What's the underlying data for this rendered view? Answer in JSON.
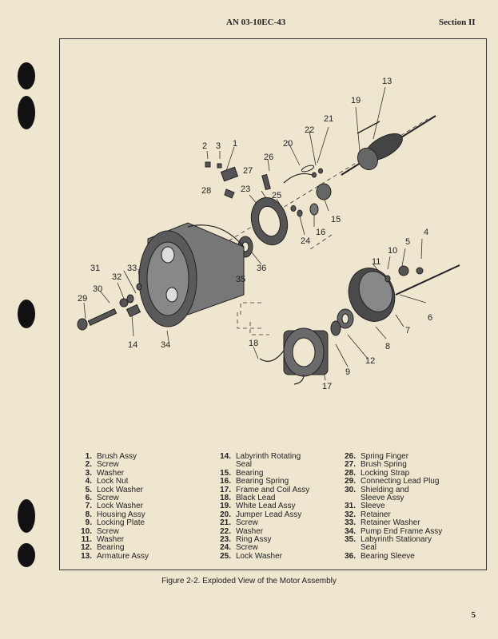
{
  "header": {
    "doc_number": "AN 03-10EC-43",
    "section": "Section II"
  },
  "callouts": [
    "1",
    "2",
    "3",
    "4",
    "5",
    "6",
    "7",
    "8",
    "9",
    "10",
    "11",
    "12",
    "13",
    "14",
    "15",
    "16",
    "17",
    "18",
    "19",
    "20",
    "21",
    "22",
    "23",
    "24",
    "25",
    "26",
    "27",
    "28",
    "29",
    "30",
    "31",
    "32",
    "33",
    "34",
    "35",
    "36"
  ],
  "parts_col1": [
    {
      "n": "1.",
      "t": "Brush Assy"
    },
    {
      "n": "2.",
      "t": "Screw"
    },
    {
      "n": "3.",
      "t": "Washer"
    },
    {
      "n": "4.",
      "t": "Lock Nut"
    },
    {
      "n": "5.",
      "t": "Lock Washer"
    },
    {
      "n": "6.",
      "t": "Screw"
    },
    {
      "n": "7.",
      "t": "Lock Washer"
    },
    {
      "n": "8.",
      "t": "Housing Assy"
    },
    {
      "n": "9.",
      "t": "Locking Plate"
    },
    {
      "n": "10.",
      "t": "Screw"
    },
    {
      "n": "11.",
      "t": "Washer"
    },
    {
      "n": "12.",
      "t": "Bearing"
    },
    {
      "n": "13.",
      "t": "Armature Assy"
    }
  ],
  "parts_col2": [
    {
      "n": "14.",
      "t": "Labyrinth Rotating"
    },
    {
      "n": "",
      "t": "Seal"
    },
    {
      "n": "15.",
      "t": "Bearing"
    },
    {
      "n": "16.",
      "t": "Bearing Spring"
    },
    {
      "n": "17.",
      "t": "Frame and Coil Assy"
    },
    {
      "n": "18.",
      "t": "Black Lead"
    },
    {
      "n": "19.",
      "t": "White Lead Assy"
    },
    {
      "n": "20.",
      "t": "Jumper Lead Assy"
    },
    {
      "n": "21.",
      "t": "Screw"
    },
    {
      "n": "22.",
      "t": "Washer"
    },
    {
      "n": "23.",
      "t": "Ring Assy"
    },
    {
      "n": "24.",
      "t": "Screw"
    },
    {
      "n": "25.",
      "t": "Lock Washer"
    }
  ],
  "parts_col3": [
    {
      "n": "26.",
      "t": "Spring Finger"
    },
    {
      "n": "27.",
      "t": "Brush Spring"
    },
    {
      "n": "28.",
      "t": "Locking Strap"
    },
    {
      "n": "29.",
      "t": "Connecting Lead Plug"
    },
    {
      "n": "30.",
      "t": "Shielding and"
    },
    {
      "n": "",
      "t": "Sleeve Assy"
    },
    {
      "n": "31.",
      "t": "Sleeve"
    },
    {
      "n": "32.",
      "t": "Retainer"
    },
    {
      "n": "33.",
      "t": "Retainer Washer"
    },
    {
      "n": "34.",
      "t": "Pump End Frame Assy"
    },
    {
      "n": "35.",
      "t": "Labyrinth Stationary"
    },
    {
      "n": "",
      "t": "Seal"
    },
    {
      "n": "36.",
      "t": "Bearing Sleeve"
    }
  ],
  "caption": "Figure 2-2.  Exploded View of the Motor Assembly",
  "page_number": "5"
}
